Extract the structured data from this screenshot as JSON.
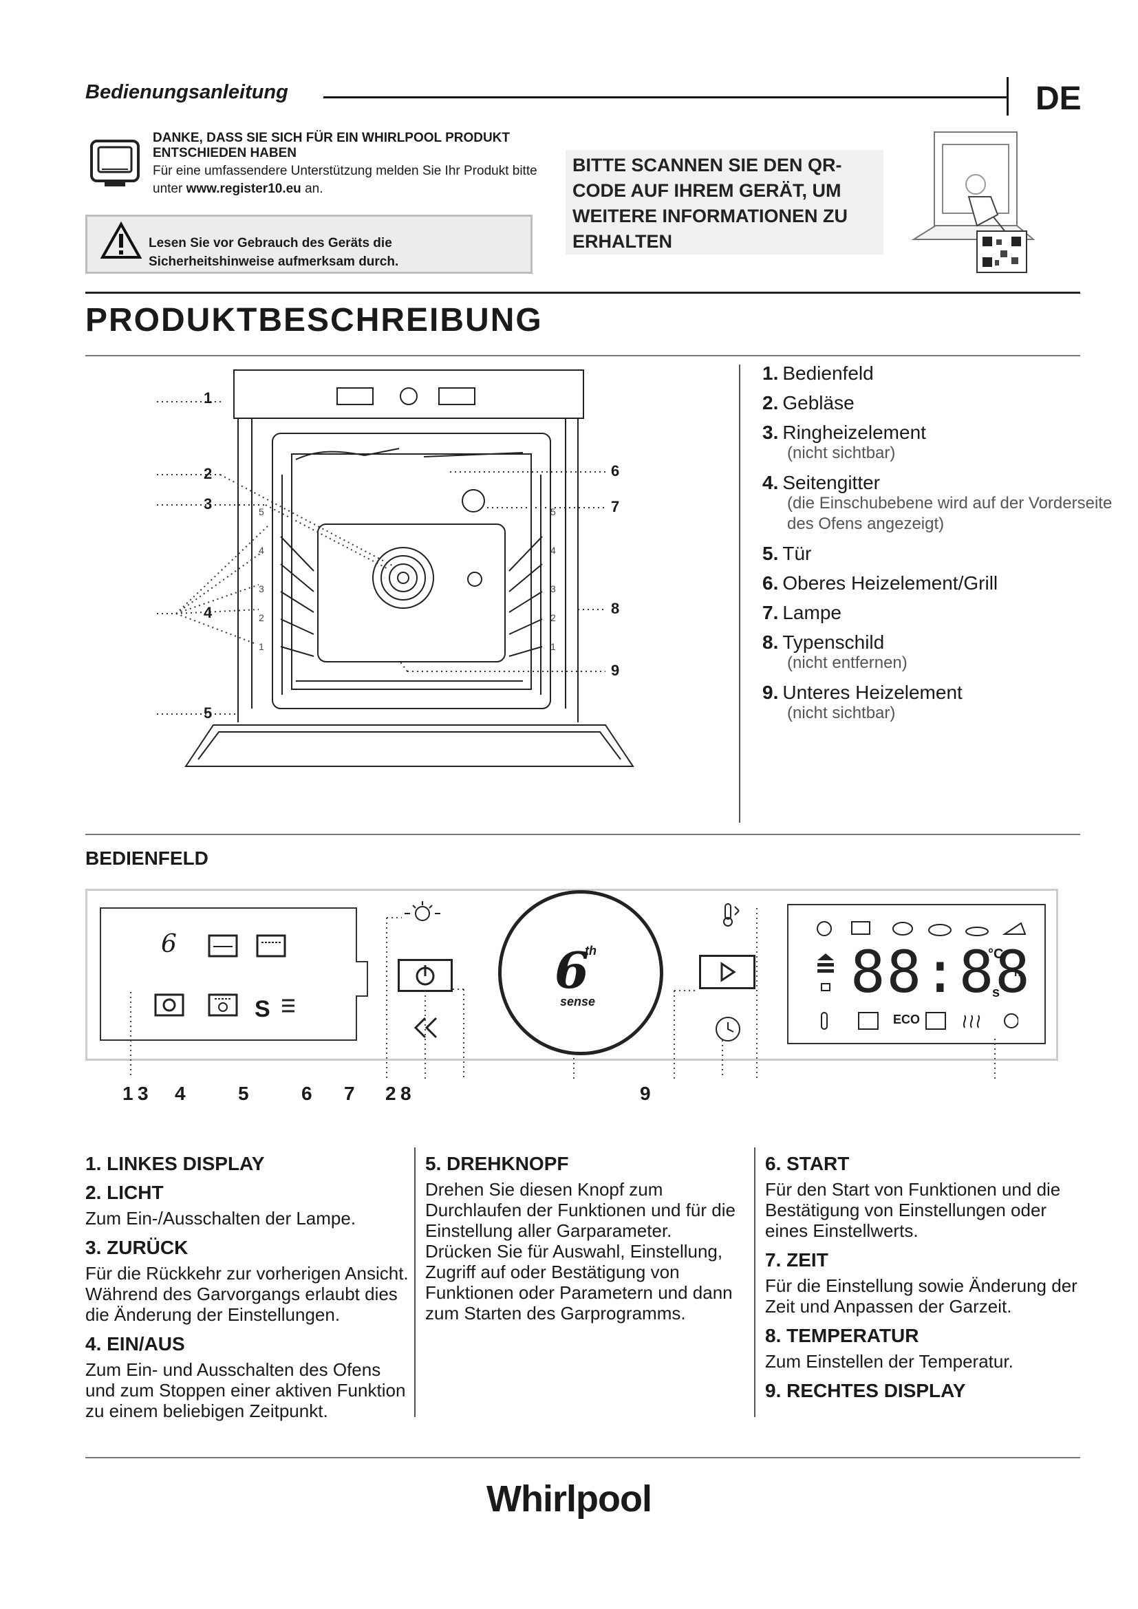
{
  "header": {
    "doc_label": "Bedienungsanleitung",
    "lang": "DE"
  },
  "thanks": {
    "title": "DANKE, DASS SIE SICH FÜR EIN WHIRLPOOL PRODUKT ENTSCHIEDEN HABEN",
    "text": "Für eine umfassendere Unterstützung melden Sie Ihr Produkt bitte unter",
    "url": "www.register10.eu",
    "suffix": "an."
  },
  "warning": {
    "text": "Lesen Sie vor Gebrauch des Geräts die Sicherheitshinweise aufmerksam durch."
  },
  "qr": {
    "text": "BITTE SCANNEN SIE DEN QR-CODE AUF IHREM GERÄT, UM WEITERE INFORMATIONEN ZU ERHALTEN"
  },
  "product": {
    "title": "PRODUKTBESCHREIBUNG",
    "callouts": [
      "1",
      "2",
      "3",
      "4",
      "5",
      "6",
      "7",
      "8",
      "9"
    ],
    "rack_levels": [
      "5",
      "4",
      "3",
      "2",
      "1"
    ],
    "items": [
      {
        "num": "1.",
        "label": "Bedienfeld",
        "sub": ""
      },
      {
        "num": "2.",
        "label": "Gebläse",
        "sub": ""
      },
      {
        "num": "3.",
        "label": "Ringheizelement",
        "sub": "(nicht sichtbar)"
      },
      {
        "num": "4.",
        "label": "Seitengitter",
        "sub": "(die Einschubebene wird auf der Vorderseite des Ofens angezeigt)"
      },
      {
        "num": "5.",
        "label": "Tür",
        "sub": ""
      },
      {
        "num": "6.",
        "label": "Oberes Heizelement/Grill",
        "sub": ""
      },
      {
        "num": "7.",
        "label": "Lampe",
        "sub": ""
      },
      {
        "num": "8.",
        "label": "Typenschild",
        "sub": "(nicht entfernen)"
      },
      {
        "num": "9.",
        "label": "Unteres Heizelement",
        "sub": "(nicht sichtbar)"
      }
    ]
  },
  "panel": {
    "title": "BEDIENFELD",
    "knob_label_num": "6",
    "knob_label_sup": "th",
    "knob_label_word": "sense",
    "display_digits": "88:88",
    "display_units": [
      "°C",
      "h",
      "s"
    ],
    "eco_label": "ECO",
    "s_label": "S",
    "numbers": [
      {
        "n": "1"
      },
      {
        "n": "3"
      },
      {
        "n": "4"
      },
      {
        "n": "5"
      },
      {
        "n": "6"
      },
      {
        "n": "7"
      },
      {
        "n": "2"
      },
      {
        "n": "8"
      },
      {
        "n": "9"
      }
    ]
  },
  "descriptions": {
    "col1": [
      {
        "h": "1. LINKES DISPLAY",
        "t": ""
      },
      {
        "h": "2. LICHT",
        "t": "Zum Ein-/Ausschalten der Lampe."
      },
      {
        "h": "3. ZURÜCK",
        "t": "Für die Rückkehr zur vorherigen Ansicht. Während des Garvorgangs erlaubt dies die Änderung der Einstellungen."
      },
      {
        "h": "4. EIN/AUS",
        "t": "Zum Ein- und Ausschalten des Ofens und zum Stoppen einer aktiven Funktion zu einem beliebigen Zeitpunkt."
      }
    ],
    "col2": [
      {
        "h": "5. DREHKNOPF",
        "t": "Drehen Sie diesen Knopf zum Durchlaufen der Funktionen und für die Einstellung aller Garparameter. Drücken Sie für Auswahl, Einstellung, Zugriff auf oder Bestätigung von Funktionen oder Parametern und dann zum Starten des Garprogramms."
      }
    ],
    "col3": [
      {
        "h": "6. START",
        "t": "Für den Start von Funktionen und die Bestätigung von Einstellungen oder eines Einstellwerts."
      },
      {
        "h": "7. ZEIT",
        "t": "Für die Einstellung sowie Änderung der Zeit und Anpassen der Garzeit."
      },
      {
        "h": "8. TEMPERATUR",
        "t": "Zum Einstellen der Temperatur."
      },
      {
        "h": "9. RECHTES DISPLAY",
        "t": ""
      }
    ]
  },
  "brand": "Whirlpool"
}
